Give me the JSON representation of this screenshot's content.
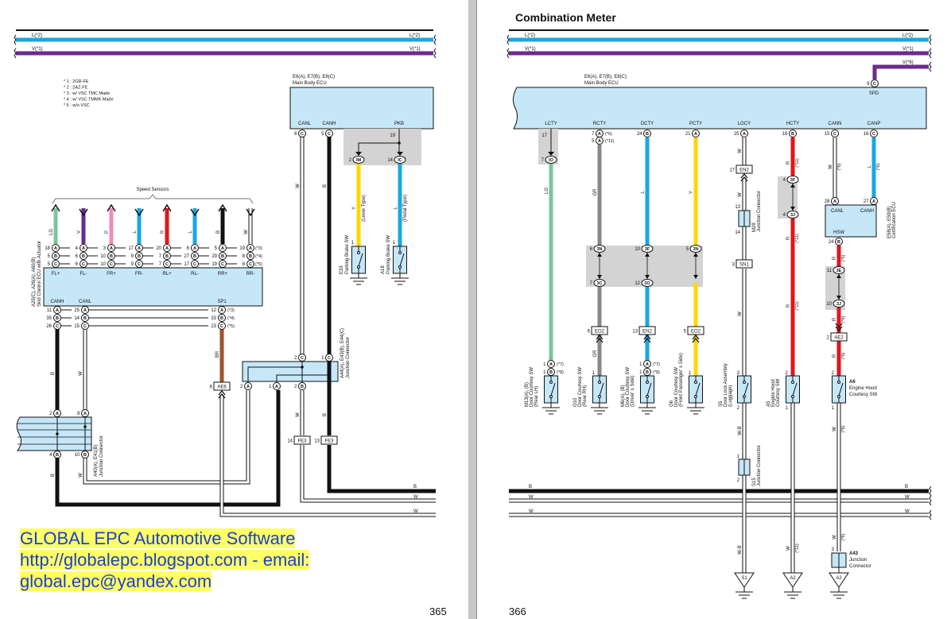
{
  "colors": {
    "LG": "#7dc49a",
    "V": "#6b2b8e",
    "P": "#f08bbd",
    "L": "#1aa7e1",
    "R": "#e3141b",
    "B": "#111111",
    "Y": "#ffd700",
    "GR": "#888888",
    "BR": "#a0522d",
    "ecu": "#c6e7f8",
    "shade": "#d3d3d3",
    "watermark_text": "#1b3fd0",
    "watermark_bg": "#ffff66"
  },
  "header": {
    "title": "Combination Meter",
    "page_left": "365",
    "page_right": "366"
  },
  "bus": {
    "l2": "L(*2)",
    "v1": "V(*1)",
    "v6": "V(*6)",
    "b": "B",
    "w": "W"
  },
  "notes": [
    "* 1 : 2GR-FE",
    "* 2 : 2AZ-FE",
    "* 3 : w/ VSC TMC Made",
    "* 4 : w/ VSC TMMK Made",
    "* 5 : w/o VSC"
  ],
  "lp": {
    "body_ecu": {
      "code": "E6(A), E7(B), E8(C)",
      "name": "Main Body ECU",
      "canl": "CANL",
      "canh": "CANH",
      "pkb": "PKB",
      "pin_canl": {
        "n": "6",
        "c": "C"
      },
      "pin_canh": {
        "n": "5",
        "c": "C"
      },
      "pin_pkb": "19"
    },
    "pkb": {
      "pin_im": {
        "n": "2",
        "c": "IM"
      },
      "pin_ic": {
        "n": "14",
        "c": "IC"
      },
      "wire_y": "Y",
      "lever": "(Lever Type)",
      "wire_l": "L",
      "pedal": "(Pedal Type)",
      "pin1": "1",
      "e33_code": "E33",
      "e33_name": "Parking Brake SW",
      "a18_code": "A18",
      "a18_name": "Parking Brake SW"
    },
    "skid": {
      "code": "A25(C), A26(A), A60(B)",
      "name": "Skid Control ECU with Actuator",
      "sensors_title": "Speed Sensors",
      "sensors": [
        {
          "term": "FL+",
          "wire": "LG",
          "a": "18",
          "b": "5",
          "c": "5"
        },
        {
          "term": "FL-",
          "wire": "V",
          "a": "4",
          "b": "6",
          "c": "6"
        },
        {
          "term": "FR+",
          "wire": "P",
          "a": "3",
          "b": "10",
          "c": "10"
        },
        {
          "term": "FR-",
          "wire": "L",
          "a": "17",
          "b": "9",
          "c": "9"
        },
        {
          "term": "RL+",
          "wire": "R",
          "a": "20",
          "b": "7",
          "c": "7"
        },
        {
          "term": "RL-",
          "wire": "L",
          "a": "6",
          "b": "27",
          "c": "17"
        },
        {
          "term": "RR+",
          "wire": "B",
          "a": "5",
          "b": "29",
          "c": "19"
        },
        {
          "term": "RR-",
          "wire": "W",
          "a": "19",
          "b": "8",
          "c": "8"
        }
      ],
      "pin_letters": [
        "A",
        "B",
        "C"
      ],
      "variants": [
        "(*3)",
        "(*4)",
        "(*5)"
      ],
      "canh": "CANH",
      "canl": "CANL",
      "sp1": "SP1",
      "canh_pins": [
        "11",
        "35",
        "26"
      ],
      "canl_pins": [
        "25",
        "14",
        "15"
      ],
      "sp1_pins": [
        "12",
        "33",
        "23"
      ]
    },
    "wires": {
      "b": "B",
      "w": "W",
      "br": "BR"
    },
    "ae6": {
      "n": "6",
      "box": "AE6"
    },
    "a40": {
      "code": "A40(A), E41(B)",
      "name": "Junction Connector",
      "p_top1": {
        "n": "2",
        "c": "A"
      },
      "p_top2": {
        "n": "8",
        "c": "A"
      },
      "p_bot1": {
        "n": "4",
        "c": "B"
      },
      "p_bot2": {
        "n": "10",
        "c": "B"
      }
    },
    "e43": {
      "code": "A44(A), E43(B), E44(C)",
      "name": "Junction Connector",
      "p2c": {
        "n": "2",
        "c": "C"
      },
      "p1c": {
        "n": "1",
        "c": "C"
      },
      "p2a": {
        "n": "2",
        "c": "A"
      },
      "p1a": {
        "n": "1",
        "c": "A"
      },
      "p2b": {
        "n": "2",
        "c": "B"
      },
      "fe3a": {
        "n": "14",
        "box": "FE3"
      },
      "fe3b": {
        "n": "13",
        "box": "FE3"
      }
    }
  },
  "rp": {
    "body_ecu": {
      "code": "E6(A), E7(B), E8(C)",
      "name": "Main Body ECU",
      "terms": [
        "LCTY",
        "RCTY",
        "DCTY",
        "PCTY",
        "LGCY",
        "HCTY",
        "CANN",
        "CANP"
      ],
      "spd": "SPD",
      "pin_spd": {
        "n": "9",
        "c": "C"
      }
    },
    "lcty": {
      "pin_top": "17",
      "pin_io": {
        "n": "7",
        "c": "IO"
      },
      "wire": "LG",
      "p1a": {
        "n": "1",
        "c": "A"
      },
      "p1b": {
        "n": "1",
        "c": "B"
      },
      "v7": "(*7)",
      "v8": "(*8)",
      "code": "M13(A), (B)",
      "name": "Door Courtesy SW",
      "loc": "(Rear LH)"
    },
    "rcty": {
      "p7a": {
        "n": "7",
        "c": "A"
      },
      "v6": "(*6)",
      "p5a": {
        "n": "5",
        "c": "A"
      },
      "v11": "(*11)",
      "wire": "GR",
      "p3n": {
        "n": "6",
        "c": "3N"
      },
      "p3c": {
        "n": "7",
        "c": "3C"
      },
      "eo2": {
        "n": "6",
        "box": "EO2"
      },
      "pin1": "1",
      "code": "O10",
      "name": "Door Courtesy SW",
      "loc": "(Rear RH)"
    },
    "dcty": {
      "p24b": {
        "n": "24",
        "c": "B"
      },
      "wire": "L",
      "p3f": {
        "n": "10",
        "c": "3F"
      },
      "p3o": {
        "n": "12",
        "c": "3O"
      },
      "en2": {
        "n": "13",
        "box": "EN2"
      },
      "p1a": {
        "n": "1",
        "c": "A"
      },
      "p1b": {
        "n": "1",
        "c": "B"
      },
      "v7": "(*7)",
      "v8": "(*8)",
      "code": "M6(A), (B)",
      "name": "Door Courtesy SW",
      "loc": "(Driver' s Side)"
    },
    "pcty": {
      "p21a": {
        "n": "21",
        "c": "A"
      },
      "wire": "Y",
      "p3n": {
        "n": "5",
        "c": "3N"
      },
      "eo2": {
        "n": "5",
        "box": "EO2"
      },
      "pin1": "1",
      "code": "O6",
      "name": "Door Courtesy SW",
      "loc": "(Front Passenger' s Side)"
    },
    "lgcy": {
      "p25a": {
        "n": "25",
        "c": "A"
      },
      "wire": "W",
      "en2": {
        "n": "17",
        "box": "EN2"
      },
      "m28_p13": "13",
      "m28_p14": "14",
      "m28_code": "M28",
      "m28_name": "Junction Connector",
      "sn1": {
        "n": "3",
        "box": "SN1"
      },
      "s5_p3": "3",
      "s5_p2": "2",
      "s5_code": "S5",
      "s5_name": "Door Lock Assembly",
      "s5_loc": "(Luggage)",
      "wire_wb": "W-B",
      "s15_p1": "1",
      "s15_p2": "2",
      "s15_code": "S15",
      "s15_name": "Junction Connector",
      "gnd": "S1"
    },
    "hcty": {
      "p16b": {
        "n": "16",
        "c": "B"
      },
      "wire": "R",
      "v11": "(*11)",
      "p3f": {
        "n": "4",
        "c": "3F"
      },
      "p3j": {
        "n": "4",
        "c": "3J"
      },
      "a5_p2": "2",
      "a5_p1": "1",
      "a5_code": "A5",
      "a5_name": "Engine Hood",
      "a5_name2": "Courtesy SW",
      "wire_w": "W",
      "gnd": "A2"
    },
    "cann": {
      "p15c": {
        "n": "15",
        "c": "C"
      },
      "wire": "W",
      "v6": "(*6)",
      "p28a": {
        "n": "28",
        "c": "A"
      }
    },
    "canp": {
      "p16c": {
        "n": "16",
        "c": "C"
      },
      "wire": "L",
      "v6": "(*6)",
      "p27a": {
        "n": "27",
        "c": "A"
      }
    },
    "cert": {
      "canl": "CANL",
      "canh": "CANH",
      "hsw": "HSW",
      "code": "E58(A), E59(B)",
      "name": "Certification ECU",
      "p24": {
        "n": "24",
        "c": "B"
      }
    },
    "hsw": {
      "wire": "R",
      "v6": "(*6)",
      "p3e": {
        "n": "11",
        "c": "3E"
      },
      "p3j": {
        "n": "10",
        "c": "3J"
      },
      "ae2": {
        "n": "2",
        "box": "AE2"
      },
      "a6_p2": "2",
      "a6_p1": "1",
      "a6_code": "A6",
      "a6_name": "Engine Hood",
      "a6_name2": "Courtesy SW",
      "wire_w": "W",
      "a43_p3": "3",
      "a43_code": "A43",
      "a43_name": "Junction",
      "a43_name2": "Connector",
      "gnd": "A2"
    }
  },
  "watermark": "GLOBAL EPC Automotive Software http://globalepc.blogspot.com - email: global.epc@yandex.com"
}
